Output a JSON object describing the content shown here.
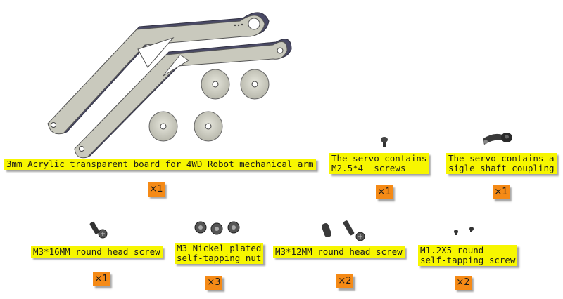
{
  "parts": [
    {
      "id": "arm-board",
      "label": "3mm Acrylic transparent board for 4WD Robot mechanical arm",
      "quantity": "×1"
    },
    {
      "id": "servo-screws",
      "label": "The servo contains\nM2.5*4  screws",
      "quantity": "×1"
    },
    {
      "id": "shaft-coupling",
      "label": "The servo contains a\nsigle shaft coupling",
      "quantity": "×1"
    },
    {
      "id": "m3-16-screw",
      "label": "M3*16MM round head screw",
      "quantity": "×1"
    },
    {
      "id": "m3-nut",
      "label": "M3 Nickel plated\nself-tapping nut",
      "quantity": "×3"
    },
    {
      "id": "m3-12-screw",
      "label": "M3*12MM round head screw",
      "quantity": "×2"
    },
    {
      "id": "m1-2-screw",
      "label": "M1.2X5 round\nself-tapping screw",
      "quantity": "×2"
    }
  ]
}
